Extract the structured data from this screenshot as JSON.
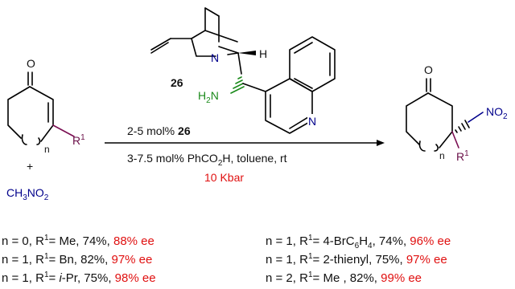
{
  "reactant": {
    "oxygen": "O",
    "n_index": "n",
    "r_group": "R",
    "r_superscript": "1"
  },
  "plus_sign": "+",
  "nitromethane": {
    "prefix": "CH",
    "sub3": "3",
    "middle": "NO",
    "sub2": "2"
  },
  "catalyst": {
    "compound_number": "26",
    "hydrogen": "H",
    "amine_h": "H",
    "amine_sub": "2",
    "amine_n": "N",
    "ring_nitrogen": "N",
    "quinoline_nitrogen": "N"
  },
  "conditions": {
    "line1_text": "2-5 mol% ",
    "line1_bold": "26",
    "line2_before": "3-7.5 mol% PhCO",
    "line2_sub": "2",
    "line2_after": "H, toluene, rt",
    "line3_pressure": "10 Kbar"
  },
  "product": {
    "oxygen": "O",
    "nitro_prefix": "NO",
    "nitro_sub": "2",
    "n_index": "n",
    "r_group": "R",
    "r_superscript": "1"
  },
  "results": [
    {
      "prefix": "n = 0, R",
      "sup": "1",
      "rest": "= Me, 74%, ",
      "ee": "88% ee"
    },
    {
      "prefix": "n = 1, R",
      "sup": "1",
      "rest": "= Bn, 82%, ",
      "ee": "97% ee"
    },
    {
      "prefix": "n = 1, R",
      "sup": "1",
      "rest_before": "= ",
      "italic": "i",
      "rest_after": "-Pr, 75%, ",
      "ee": "98% ee"
    },
    {
      "prefix": "n = 1, R",
      "sup": "1",
      "rest_before": "= 4-BrC",
      "sub1": "6",
      "mid": "H",
      "sub2": "4",
      "rest_after": ", 74%, ",
      "ee": "96% ee"
    },
    {
      "prefix": "n = 1, R",
      "sup": "1",
      "rest": "= 2-thienyl, 75%, ",
      "ee": "97% ee"
    },
    {
      "prefix": "n = 2, R",
      "sup": "1",
      "rest": "= Me , 82%, ",
      "ee": "99% ee"
    }
  ],
  "colors": {
    "nitrogen": "#00008b",
    "amine": "#1a8a1a",
    "r_group": "#6a0f48",
    "highlight": "#e01010"
  }
}
